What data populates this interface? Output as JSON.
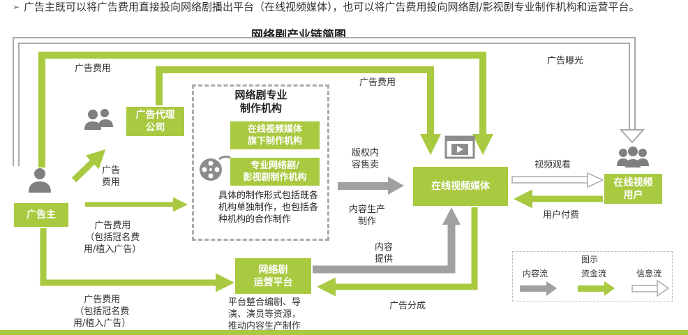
{
  "intro": {
    "bullet": "➢",
    "text": "广告主既可以将广告费用直接投向网络剧播出平台（在线视频媒体），也可以将广告费用投向网络剧/影视剧专业制作机构和运营平台。"
  },
  "title": "网络剧产业链简图",
  "nodes": {
    "advertiser": "广告主",
    "agency": "广告代理\n公司",
    "org_title": "网络剧专业\n制作机构",
    "org_sub1": "在线视频媒体\n旗下制作机构",
    "org_sub2": "专业网络剧/\n影视剧制作机构",
    "org_desc": "具体的制作形式包括既各机构单独制作，也包括各种机构的合作制作",
    "media": "在线视频媒体",
    "platform": "网络剧\n运营平台",
    "users": "在线视频\n用户"
  },
  "labels": {
    "ad_fee_top": "广告费用",
    "ad_exposure": "广告曝光",
    "ad_fee_agency": "广告费用",
    "ad_fee_left": "广告\n费用",
    "ad_fee_mid": "广告费用\n（包括冠名费\n用/植入广告）",
    "copyright": "版权内\n容售卖",
    "content_prod": "内容生产\n制作",
    "video_watch": "视频观看",
    "user_pay": "用户付费",
    "content_supply": "内容\n提供",
    "ad_share": "广告分成",
    "ad_fee_bottom": "广告费用\n（包括冠名费\n用/植入广告）",
    "platform_desc": "平台整合编剧、导\n演、演员等资源，\n推动内容生产制作"
  },
  "legend": {
    "title": "图示",
    "content_flow": "内容流",
    "money_flow": "资金流",
    "info_flow": "信息流"
  },
  "colors": {
    "green": "#a8c940",
    "gray": "#a0a0a0",
    "info": "#ffffff"
  }
}
